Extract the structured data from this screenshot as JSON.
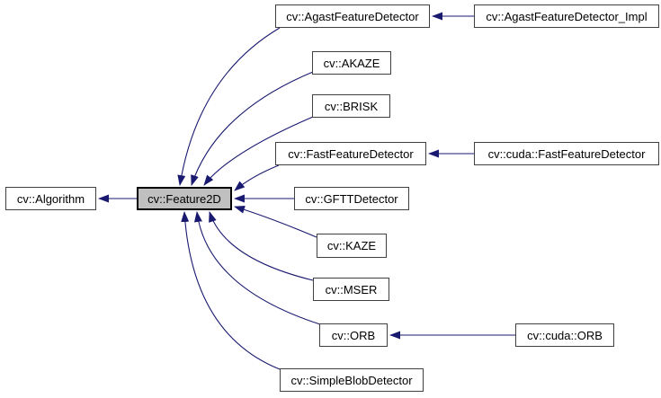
{
  "diagram": {
    "kind": "class-inheritance-graph",
    "colors": {
      "background": "#ffffff",
      "edge": "#191970",
      "node_border": "#404040",
      "node_fill": "#ffffff",
      "highlight_fill": "#c0c0c0",
      "text": "#000000"
    },
    "nodes": [
      {
        "id": "algorithm",
        "label": "cv::Algorithm",
        "highlight": false
      },
      {
        "id": "feature2d",
        "label": "cv::Feature2D",
        "highlight": true
      },
      {
        "id": "agast",
        "label": "cv::AgastFeatureDetector",
        "highlight": false
      },
      {
        "id": "akaze",
        "label": "cv::AKAZE",
        "highlight": false
      },
      {
        "id": "brisk",
        "label": "cv::BRISK",
        "highlight": false
      },
      {
        "id": "fast",
        "label": "cv::FastFeatureDetector",
        "highlight": false
      },
      {
        "id": "gftt",
        "label": "cv::GFTTDetector",
        "highlight": false
      },
      {
        "id": "kaze",
        "label": "cv::KAZE",
        "highlight": false
      },
      {
        "id": "mser",
        "label": "cv::MSER",
        "highlight": false
      },
      {
        "id": "orb",
        "label": "cv::ORB",
        "highlight": false
      },
      {
        "id": "sbd",
        "label": "cv::SimpleBlobDetector",
        "highlight": false
      },
      {
        "id": "agast_impl",
        "label": "cv::AgastFeatureDetector_Impl",
        "highlight": false
      },
      {
        "id": "cuda_fast",
        "label": "cv::cuda::FastFeatureDetector",
        "highlight": false
      },
      {
        "id": "cuda_orb",
        "label": "cv::cuda::ORB",
        "highlight": false
      }
    ],
    "edges": [
      {
        "from": "feature2d",
        "to": "algorithm"
      },
      {
        "from": "agast",
        "to": "feature2d"
      },
      {
        "from": "akaze",
        "to": "feature2d"
      },
      {
        "from": "brisk",
        "to": "feature2d"
      },
      {
        "from": "fast",
        "to": "feature2d"
      },
      {
        "from": "gftt",
        "to": "feature2d"
      },
      {
        "from": "kaze",
        "to": "feature2d"
      },
      {
        "from": "mser",
        "to": "feature2d"
      },
      {
        "from": "orb",
        "to": "feature2d"
      },
      {
        "from": "sbd",
        "to": "feature2d"
      },
      {
        "from": "agast_impl",
        "to": "agast"
      },
      {
        "from": "cuda_fast",
        "to": "fast"
      },
      {
        "from": "cuda_orb",
        "to": "orb"
      }
    ]
  }
}
